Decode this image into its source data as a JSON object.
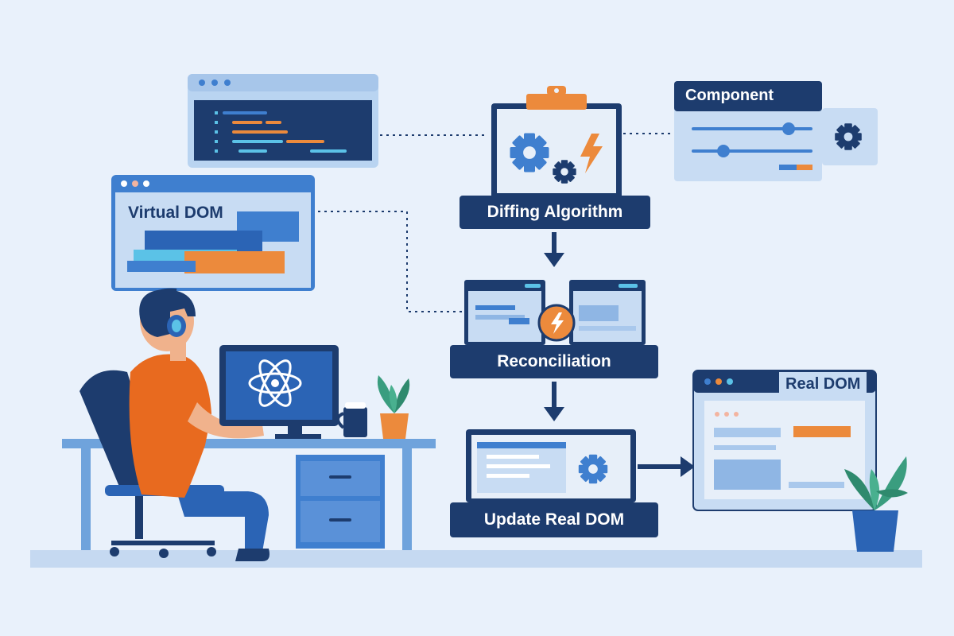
{
  "diagram": {
    "virtual_dom": {
      "label": "Virtual DOM"
    },
    "component": {
      "label": "Component"
    },
    "diffing": {
      "label": "Diffing Algorithm"
    },
    "reconciliation": {
      "label": "Reconciliation"
    },
    "update": {
      "label": "Update Real DOM"
    },
    "real_dom": {
      "label": "Real DOM"
    }
  },
  "colors": {
    "background": "#e9f1fb",
    "navy": "#1d3c6e",
    "blue": "#3f7fcf",
    "light_blue": "#a9c8ec",
    "orange": "#ec8a3c",
    "cyan": "#5bc2e7"
  },
  "icons": [
    "react-logo-icon",
    "gear-icon",
    "lightning-icon",
    "clipboard-icon",
    "arrow-down-icon",
    "arrow-right-icon",
    "plant-icon",
    "mug-icon",
    "headphones-icon"
  ]
}
